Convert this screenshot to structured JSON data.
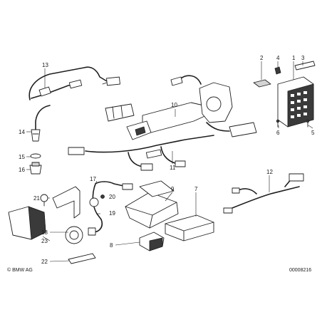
{
  "diagram": {
    "part_numbers": [
      "1",
      "2",
      "3",
      "4",
      "5",
      "6",
      "7",
      "8",
      "9",
      "10",
      "11",
      "12",
      "13",
      "14",
      "15",
      "16",
      "17",
      "18",
      "19",
      "20",
      "21",
      "22",
      "23"
    ],
    "copyright": "© BMW AG",
    "reference": "00008216"
  }
}
